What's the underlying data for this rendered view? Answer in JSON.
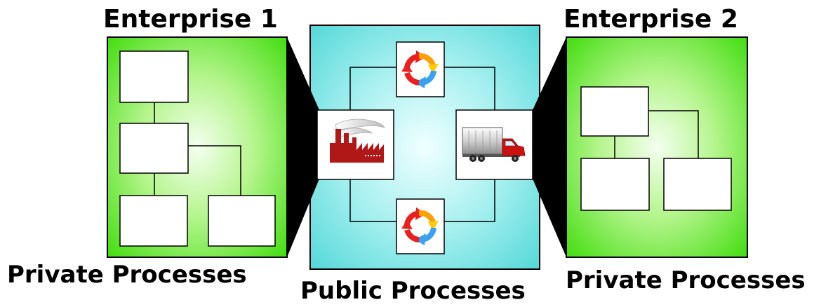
{
  "labels": {
    "enterprise1": "Enterprise 1",
    "enterprise2": "Enterprise 2",
    "private_left": "Private Processes",
    "private_right": "Private Processes",
    "public": "Public Processes"
  },
  "icons": {
    "top_center": "refresh-cycle-icon",
    "bottom_center": "refresh-cycle-icon",
    "left_center": "factory-icon",
    "right_center": "delivery-truck-icon"
  },
  "colors": {
    "private_panel_edge": "#44dd11",
    "private_panel_center": "#f4fff0",
    "public_panel_edge": "#55d8d8",
    "public_panel_center": "#f0ffff",
    "factory": "#b01818",
    "truck_cab": "#cc1111",
    "cycle_red": "#e82020",
    "cycle_orange": "#ff9a00",
    "cycle_yellow": "#ffd400",
    "cycle_blue": "#3aa0f0"
  }
}
